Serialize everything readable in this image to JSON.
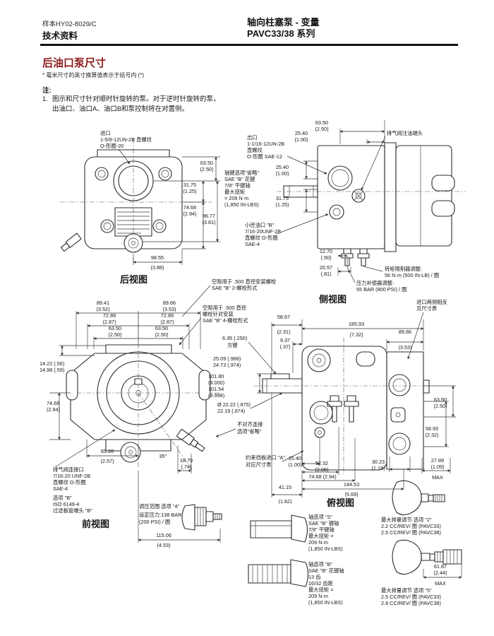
{
  "header": {
    "doc_code": "样本HY02-8029/C",
    "doc_type": "技术资料",
    "product_line1": "轴向柱塞泵 - 变量",
    "product_line2": "PAVC33/38 系列"
  },
  "intro": {
    "title": "后油口泵尺寸",
    "footnote": "* 毫米尺寸的英寸换算值表示于括号内 (*)",
    "note_label": "注:",
    "note1_num": "1.",
    "note1_line1": "图示和尺寸针对顺时针旋转的泵。对于逆时针旋转的泵，",
    "note1_line2": "出油口、油口A、油口B和泵控制将在对置侧。"
  },
  "back_view": {
    "caption": "后视图",
    "inlet": [
      "进口",
      "1-5/8-12UN-2B 直螺纹",
      "O-形圈-20"
    ],
    "dims": [
      {
        "mm": "63.50",
        "in": "(2.50)"
      },
      {
        "mm": "31.75",
        "in": "(1.25)"
      },
      {
        "mm": "74.68",
        "in": "(2.94)"
      },
      {
        "mm": "96.77",
        "in": "(3.81)"
      },
      {
        "mm": "98.55",
        "in": "(3.88)"
      }
    ]
  },
  "side_view": {
    "caption": "侧视图",
    "outlet": [
      "出口",
      "1-1/16-12UN-2B",
      "直螺纹",
      "O-形圈 SAE-12"
    ],
    "shaft_note": [
      "轴键选项\"省略\"",
      "SAE \"B\" 花键",
      "7/8\" 平键轴",
      "最大扭矩",
      "= 209 N·m",
      "(1,850 IN-LBS)"
    ],
    "gauge_port": [
      "小径油口 \"B\"",
      "7/16-20UNF-2B",
      "直螺纹 O-形圈",
      "SAE-4"
    ],
    "vent": "排气阀注油端头",
    "torque_adj": [
      "转矩限制器调整:",
      "56 N·m (500 IN-LB) / 圈"
    ],
    "pressure_adj": [
      "压力补偿器调整:",
      "55 BAR (800 PSI) / 圈"
    ],
    "dims": [
      {
        "mm": "63.50",
        "in": "(2.50)"
      },
      {
        "mm": "25.40",
        "in": "(1.00)"
      },
      {
        "mm": "25.40",
        "in": "(1.00)"
      },
      {
        "mm": "31.75",
        "in": "(1.25)"
      },
      {
        "mm": "12.70",
        "in": "(.50)"
      },
      {
        "mm": "20.57",
        "in": "(.81)"
      }
    ]
  },
  "clearance": {
    "two_bolt": [
      "空隙用于 .500 直径安装螺栓",
      "SAE \"B\" 2-螺栓形式"
    ],
    "four_bolt": [
      "空隙用于 .500 直径",
      "螺栓针对安装",
      "SAE \"B\" 4-螺栓形式"
    ]
  },
  "front_view": {
    "caption": "前视图",
    "airbleed": [
      "排气阀连接口",
      "7/16-20 UNF-2B",
      "直螺纹 O-形圈",
      "SAE-4"
    ],
    "option_b": [
      "选项 \"B\"",
      "ISO 6149-4",
      "过滤板管端头 \"B\""
    ],
    "misalign": [
      "不对齐连接",
      "选项\"省略\""
    ],
    "pressure_range": [
      "调压范围 选项 \"4\"",
      "设定压力:138 BAR",
      "(200 PSI) / 圈"
    ],
    "dims": [
      {
        "mm": "89.41",
        "in": "(3.52)"
      },
      {
        "mm": "89.66",
        "in": "(3.53)"
      },
      {
        "mm": "72.89",
        "in": "(2.87)"
      },
      {
        "mm": "72.89",
        "in": "(2.87)"
      },
      {
        "mm": "63.50",
        "in": "(2.50)"
      },
      {
        "mm": "63.50",
        "in": "(2.50)"
      },
      {
        "mm": "14.22 (.56)",
        "in": "14.98 (.59)"
      },
      {
        "mm": "74.68",
        "in": "(2.94)"
      },
      {
        "mm": "65.28",
        "in": "(2.57)"
      },
      {
        "mm": "35°",
        "in": ""
      },
      {
        "mm": "18.79",
        "in": "(.74)"
      },
      {
        "mm": "115.06",
        "in": "(4.53)"
      }
    ]
  },
  "top_view": {
    "caption": "俯视图",
    "inlet_opposite": [
      "进口两侧相反",
      "见尺寸表"
    ],
    "restrictor": [
      "约束挡板进口 \"A\"",
      "对应尺寸表"
    ],
    "key_label": [
      "6.35 (.250)",
      "方键"
    ],
    "dims": [
      {
        "mm": "185.93",
        "in": "(7.32)"
      },
      {
        "mm": "89.66",
        "in": "(3.53)"
      },
      {
        "mm": "58.67",
        "in": "(2.31)"
      },
      {
        "mm": "9.37",
        "in": "(.37)"
      },
      {
        "mm": "25.09 (.988)",
        "in": "24.73 (.974)"
      },
      {
        "mm": "101.80",
        "in": "(4.000)"
      },
      {
        "mm": "101.54",
        "in": "(3.998)"
      },
      {
        "mm": "Ø 22.22 (.875)",
        "in": "22.19 (.874)"
      },
      {
        "mm": "63.50",
        "in": "(2.50)"
      },
      {
        "mm": "58.93",
        "in": "(2.32)"
      },
      {
        "mm": "30.23",
        "in": "(1.19)"
      },
      {
        "mm": "27.89",
        "in": "(1.09)",
        "extra": "MAX"
      },
      {
        "mm": "25.40",
        "in": "(1.00)"
      },
      {
        "mm": "52.32",
        "in": "(2.06)"
      },
      {
        "mm": "74.68 (2.94)",
        "in": ""
      },
      {
        "mm": "144.53",
        "in": "(5.69)"
      },
      {
        "mm": "41.15",
        "in": "(1.62)"
      }
    ]
  },
  "options": {
    "shaft_s": [
      "轴选项 \"S\"",
      "SAE \"B\" 键轴",
      "7/8\" 平键轴",
      "最大扭矩 =",
      "209 N·m",
      "(1,850 IN-LBS)"
    ],
    "shaft_b": [
      "轴选项 \"B\"",
      "SAE \"B\" 花键轴",
      "13 齿",
      "16/32 齿距",
      "最大扭矩 =",
      "209 N·m",
      "(1,850 IN-LBS)"
    ],
    "disp_2": [
      "最大排量调节 选项 \"2\"",
      "2.2 CC/REV/ 圈 (PAVC33)",
      "2.5 CC/REV/ 圈 (PAVC38)"
    ],
    "disp_5": [
      "最大排量调节 选项 \"5\"",
      "2.5 CC/REV/ 圈 (PAVC33)",
      "2.8 CC/REV/ 圈 (PAVC38)"
    ],
    "max_dim": {
      "mm": "61.87",
      "in": "(2.44)",
      "extra": "MAX"
    }
  }
}
